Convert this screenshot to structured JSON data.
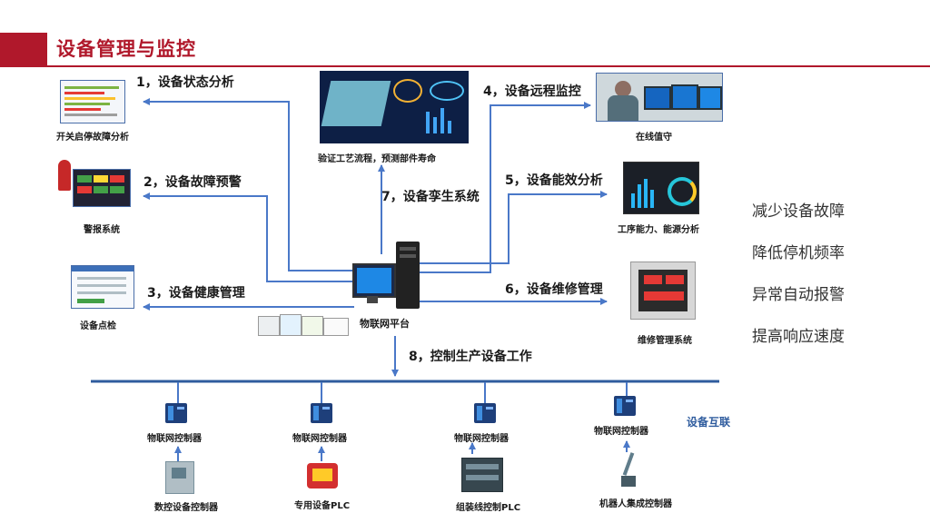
{
  "header": {
    "title": "设备管理与监控"
  },
  "modules": {
    "m1": "1，设备状态分析",
    "m2": "2，设备故障预警",
    "m3": "3，设备健康管理",
    "m4": "4，设备远程监控",
    "m5": "5，设备能效分析",
    "m6": "6，设备维修管理",
    "m7": "7，设备孪生系统",
    "m8": "8，控制生产设备工作"
  },
  "captions": {
    "c1": "开关启停故障分析",
    "c2": "警报系统",
    "c3": "设备点检",
    "c4": "在线值守",
    "c5": "工序能力、能源分析",
    "c6": "维修管理系统",
    "c7": "验证工艺流程，预测部件寿命",
    "hub": "物联网平台"
  },
  "controllers": [
    {
      "label": "物联网控制器",
      "device": "数控设备控制器"
    },
    {
      "label": "物联网控制器",
      "device": "专用设备PLC"
    },
    {
      "label": "物联网控制器",
      "device": "组装线控制PLC"
    },
    {
      "label": "物联网控制器",
      "device": "机器人集成控制器"
    }
  ],
  "network_label": "设备互联",
  "benefits": [
    "减少设备故障",
    "降低停机频率",
    "异常自动报警",
    "提高响应速度"
  ],
  "colors": {
    "accent": "#b0182b",
    "line": "#2f5c9e",
    "arrow": "#4a78c8"
  }
}
